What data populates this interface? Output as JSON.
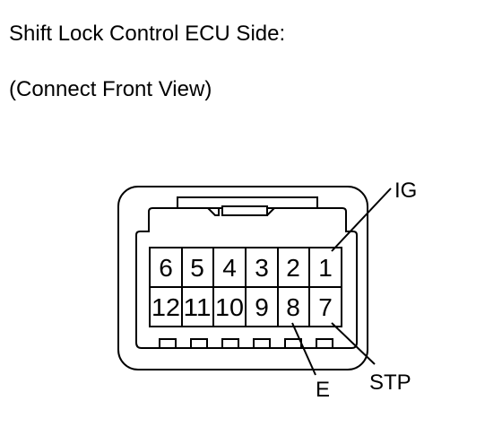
{
  "header": {
    "title": "Shift Lock Control ECU Side:",
    "subtitle": "(Connect Front View)"
  },
  "connector": {
    "pins_top": [
      "6",
      "5",
      "4",
      "3",
      "2",
      "1"
    ],
    "pins_bottom": [
      "12",
      "11",
      "10",
      "9",
      "8",
      "7"
    ],
    "callouts": {
      "ig": "IG",
      "stp": "STP",
      "e": "E"
    }
  },
  "colors": {
    "line": "#000000",
    "background": "#ffffff"
  }
}
